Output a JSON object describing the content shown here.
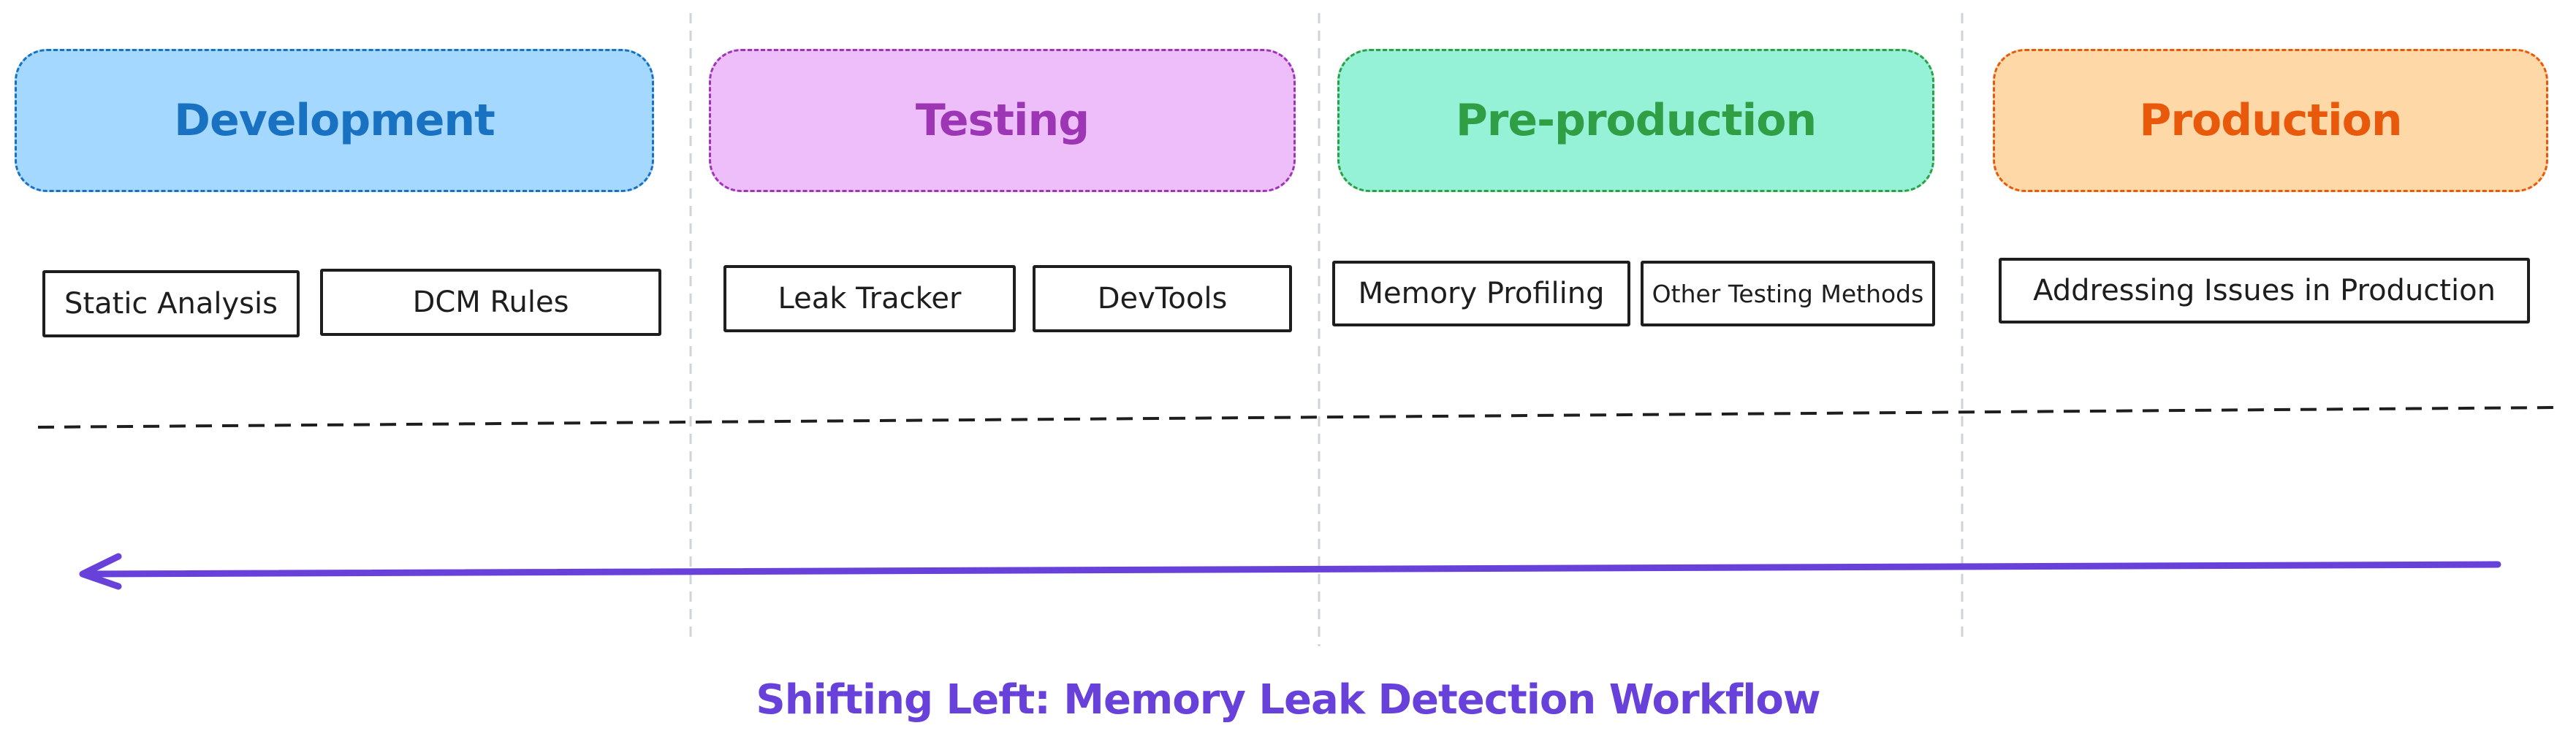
{
  "stages": [
    {
      "label": "Development",
      "text_color": "#1971c2",
      "fill": "#a5d8ff",
      "border": "#1971c2"
    },
    {
      "label": "Testing",
      "text_color": "#9c36b5",
      "fill": "#eebefa",
      "border": "#9c36b5"
    },
    {
      "label": "Pre-production",
      "text_color": "#2f9e44",
      "fill": "#96f2d7",
      "border": "#2f9e44"
    },
    {
      "label": "Production",
      "text_color": "#e8590c",
      "fill": "#ffd8a8",
      "border": "#e8590c"
    }
  ],
  "tools": [
    {
      "label": "Static Analysis"
    },
    {
      "label": "DCM Rules"
    },
    {
      "label": "Leak Tracker"
    },
    {
      "label": "DevTools"
    },
    {
      "label": "Memory Profiling"
    },
    {
      "label": "Other Testing Methods"
    },
    {
      "label": "Addressing Issues in Production"
    }
  ],
  "title": {
    "text": "Shifting Left: Memory Leak Detection Workflow",
    "color": "#6741d9"
  },
  "arrow": {
    "direction": "left",
    "color": "#6741d9"
  }
}
